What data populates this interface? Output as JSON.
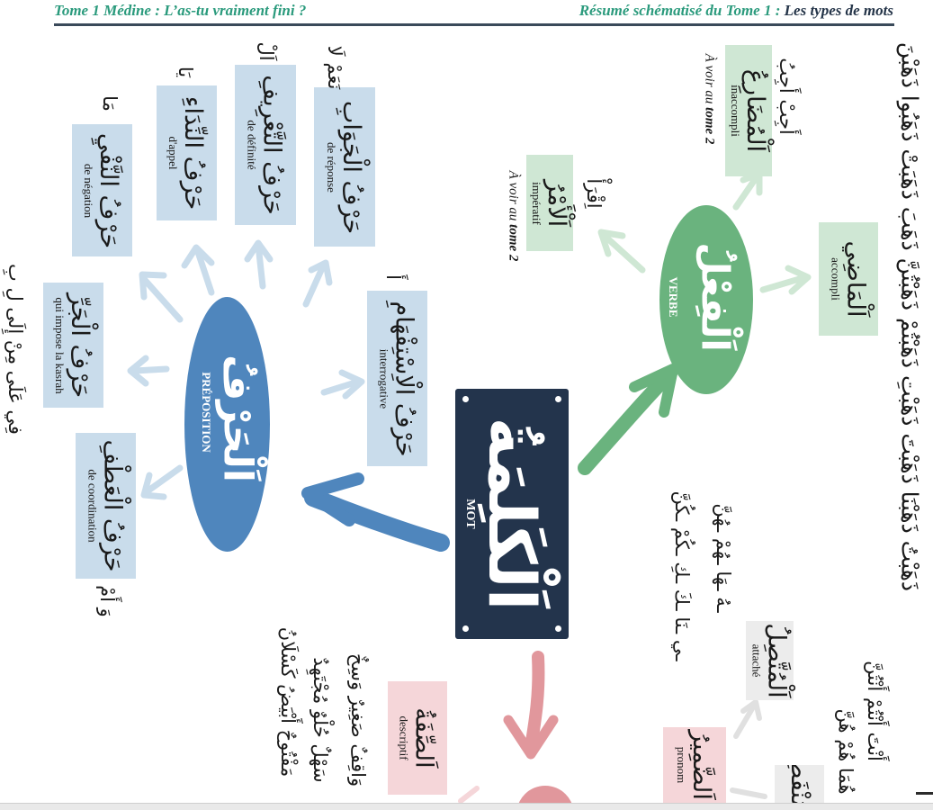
{
  "header": {
    "left": "Tome 1 Médine : L’as-tu vraiment fini ?",
    "right_prefix": "Résumé schématisé du Tome 1 :",
    "right_suffix": "Les types de mots"
  },
  "center": {
    "arabic": "اَلْكَلِمَةُ",
    "french": "MOT"
  },
  "verbe": {
    "arabic": "اَلْفِعْلُ",
    "french": "VERBE",
    "mudari": {
      "arabic": "اَلْمُضَارِعُ",
      "french": "inaccompli",
      "examples": "أَجِبْ أَجِبُ"
    },
    "amr": {
      "arabic": "اَلْأَمْرُ",
      "french": "impératif",
      "examples": "اِقْرَأْ"
    },
    "madi": {
      "arabic": "اَلْمَاضِي",
      "french": "accompli"
    },
    "note_mudari": [
      "À voir au",
      "tome 2"
    ],
    "note_amr": [
      "À voir au",
      "tome 2"
    ],
    "conjugation": "ذَهَبْتُ ذَهَبْنَا ذَهَبْتَ ذَهَبْتِ ذَهَبْتُمْ ذَهَبْتُنَّ ذَهَبَ ذَهَبَتْ ذَهَبُوا ذَهَبْنَ"
  },
  "harf": {
    "arabic": "اَلْحَرْفُ",
    "french": "PRÉPOSITION",
    "nafy": {
      "arabic": "حَرْفُ النَّفْيِ",
      "french": "de négation",
      "examples": "مَا"
    },
    "nida": {
      "arabic": "حَرْفُ النِّدَاءِ",
      "french": "d'appel",
      "examples": "يَا"
    },
    "tarif": {
      "arabic": "حَرْفُ التَّعْرِيفِ",
      "french": "de définité",
      "examples": "اَلْ"
    },
    "jawab": {
      "arabic": "حَرْفُ الْجَوَابِ",
      "french": "de réponse",
      "examples": "نَعَمْ لَا"
    },
    "istifham": {
      "arabic": "حَرْفُ الْاِسْتِفْهَامِ",
      "french": "interrogative",
      "examples": "أَ"
    },
    "jarr": {
      "arabic": "حَرْفُ الْجَرِّ",
      "french": "qui impose la kasrah",
      "examples": "فِي عَلَى مِنْ إِلَى لِ بِ"
    },
    "atf": {
      "arabic": "حَرْفُ الْعَطْفِ",
      "french": "de coordination",
      "examples": "وَ أَمْ"
    }
  },
  "ism": {
    "sifa": {
      "arabic": "اَلصِّفَةُ",
      "french": "descriptif",
      "examples": [
        "وَاقِفٌ صَغِيرٌ وَسِخٌ",
        "سَهْلٌ حُلْوٌ مُجْتَهِدٌ",
        "مَفْتُوحٌ أَبْيَضُ كَسْلَانُ"
      ]
    },
    "muttasil": {
      "arabic": "اَلْمُتَّصِلُ",
      "french": "attaché",
      "examples": [
        "ـهُ ـهَا ـهُمْ ـهُنَّ",
        "ـي ـنَا ـكَ ـكِ ـكُمْ ـكُنَّ"
      ]
    },
    "damir": {
      "arabic": "اَلضَّمِيرُ",
      "french": "pronom"
    },
    "munfasil": {
      "arabic": "اَلْمُنْفَصِلُ",
      "examples": [
        "أَنْتَ أَنْتُمْ أَنْتُنَّ",
        "هُمَا هُمْ هُنَّ"
      ]
    }
  },
  "colors": {
    "navy": "#23344c",
    "blue": "#4f86bd",
    "green": "#6ab37e",
    "pink": "#e1979c",
    "teal": "#2a9a7c"
  }
}
